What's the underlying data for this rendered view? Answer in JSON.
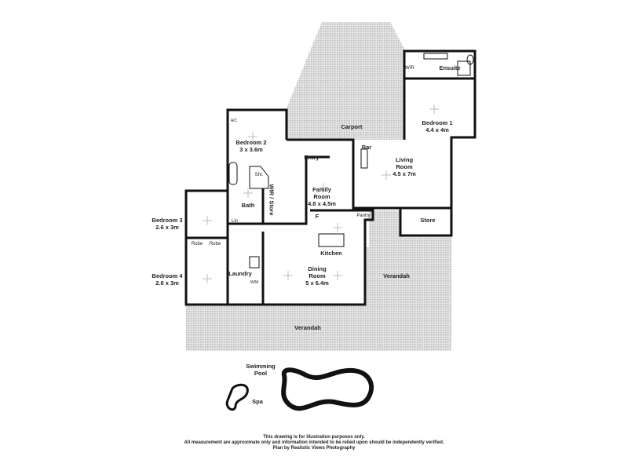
{
  "rooms": {
    "carport": "Carport",
    "ensuite": "Ensuite",
    "wir": "WIR",
    "bedroom1": {
      "name": "Bedroom 1",
      "size": "4.4 x 4m"
    },
    "bedroom2": {
      "name": "Bedroom 2",
      "size": "3 x 3.6m"
    },
    "bedroom3": {
      "name": "Bedroom 3",
      "size": "2.6 x 3m"
    },
    "bedroom4": {
      "name": "Bedroom 4",
      "size": "2.6 x 3m"
    },
    "entry": "Entry",
    "bar": "Bar",
    "living": {
      "name": "Living",
      "name2": "Room",
      "size": "4.5 x 7m"
    },
    "family": {
      "name": "Family",
      "name2": "Room",
      "size": "4.8 x 4.5m"
    },
    "bath": "Bath",
    "shower": "Shr.",
    "wir_store": "WIR / Store",
    "lin": "Lin",
    "robe1": "Robe",
    "robe2": "Robe",
    "laundry": "Laundry",
    "wm": "W/M",
    "fridge": "F",
    "pantry": "Pantry",
    "kitchen": "Kitchen",
    "dining": {
      "name": "Dining",
      "name2": "Room",
      "size": "5 x 6.4m"
    },
    "store": "Store",
    "verandah_right": "Verandah",
    "verandah_bottom": "Verandah",
    "pool": {
      "name": "Swimming",
      "name2": "Pool"
    },
    "spa": "Spa",
    "ac": "A/C"
  },
  "footer": {
    "line1": "This drawing is for illustration purposes only.",
    "line2": "All measurement are approximate only and information intended to be relied upon should be independently verified.",
    "line3": "Plan by Realistic Views Photography"
  },
  "colors": {
    "wall": "#111111",
    "hatch": "#bdbdbd",
    "hatch_bg": "#e6e6e6"
  }
}
